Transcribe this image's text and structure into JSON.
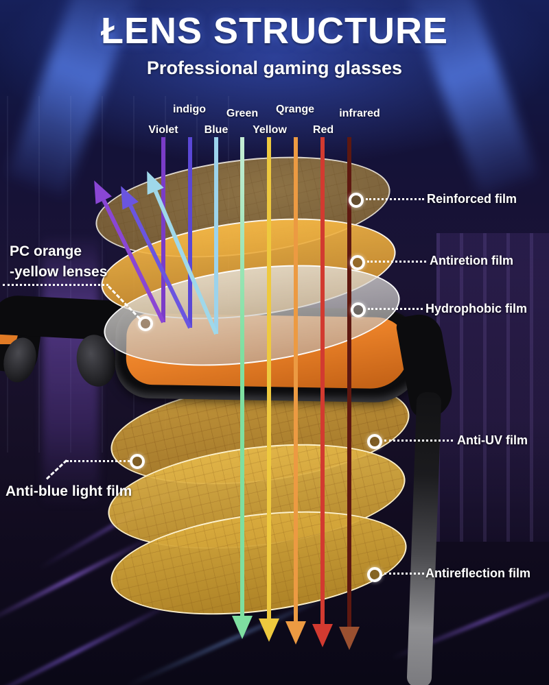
{
  "header": {
    "title": "ŁENS STRUCTURE",
    "subtitle": "Professional gaming glasses"
  },
  "spectrum_labels": [
    {
      "label": "Violet",
      "color": "#7a3cc8"
    },
    {
      "label": "indigo",
      "color": "#5a47d6"
    },
    {
      "label": "Blue",
      "color": "#9cd3ec"
    },
    {
      "label": "Green",
      "color": "#7edfa0"
    },
    {
      "label": "Yellow",
      "color": "#eec93e"
    },
    {
      "label": "Qrange",
      "color": "#ec9a42"
    },
    {
      "label": "Red",
      "color": "#d23a30"
    },
    {
      "label": "infrared",
      "color": "#5e1810"
    }
  ],
  "films": {
    "reinforced": "Reinforced film",
    "antiretion": "Antiretion film",
    "hydrophobic": "Hydrophobic film",
    "anti_uv": "Anti-UV film",
    "anti_blue": "Anti-blue light film",
    "antireflection": "Antireflection film"
  },
  "lens_callout": {
    "line1": "PC orange",
    "line2": "-yellow lenses"
  },
  "colors": {
    "lens_orange": "#ea8128",
    "film_amber": "#d6a43a",
    "film_silver": "#cfccc6",
    "background_blue": "#2c3f9e",
    "background_purple": "#4a3370",
    "callout_white": "#ffffff"
  }
}
